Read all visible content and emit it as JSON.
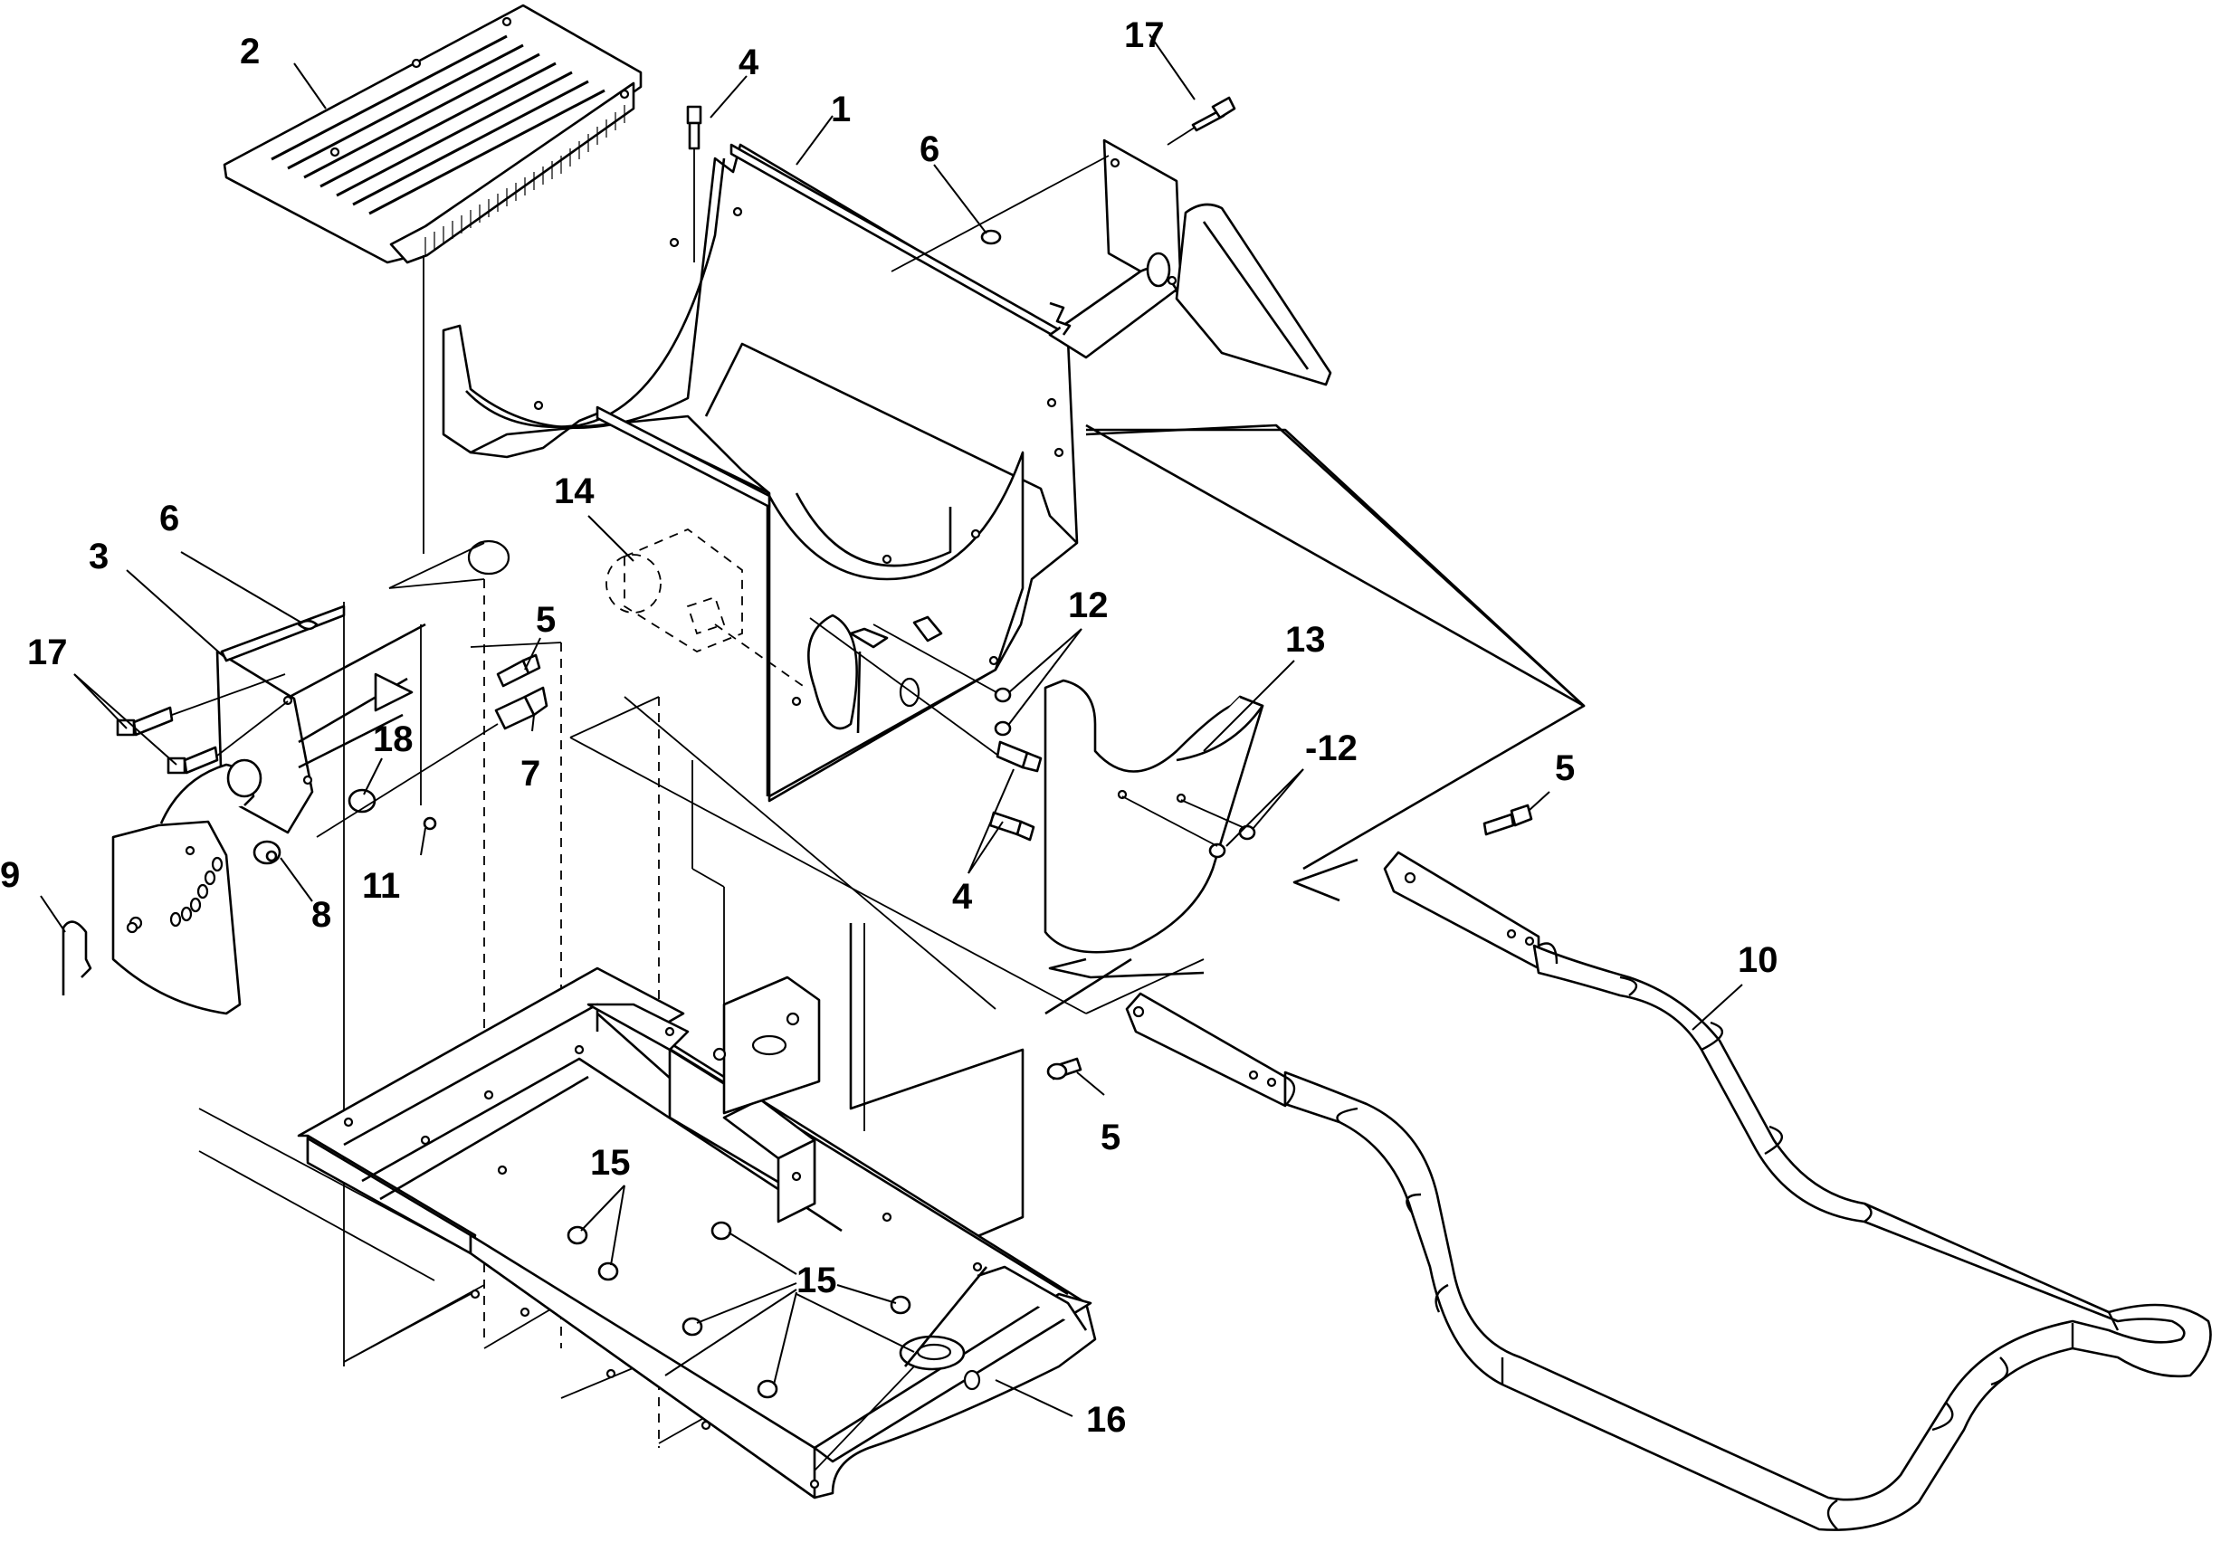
{
  "callouts": [
    {
      "id": "c1",
      "label": "1"
    },
    {
      "id": "c2",
      "label": "2"
    },
    {
      "id": "c3",
      "label": "3"
    },
    {
      "id": "c4a",
      "label": "4"
    },
    {
      "id": "c4b",
      "label": "4"
    },
    {
      "id": "c5a",
      "label": "5"
    },
    {
      "id": "c5b",
      "label": "5"
    },
    {
      "id": "c5c",
      "label": "5"
    },
    {
      "id": "c6a",
      "label": "6"
    },
    {
      "id": "c6b",
      "label": "6"
    },
    {
      "id": "c7",
      "label": "7"
    },
    {
      "id": "c8",
      "label": "8"
    },
    {
      "id": "c9",
      "label": "9"
    },
    {
      "id": "c10",
      "label": "10"
    },
    {
      "id": "c11",
      "label": "11"
    },
    {
      "id": "c12a",
      "label": "12"
    },
    {
      "id": "c12b",
      "label": "-12"
    },
    {
      "id": "c13",
      "label": "13"
    },
    {
      "id": "c14",
      "label": "14"
    },
    {
      "id": "c15a",
      "label": "15"
    },
    {
      "id": "c15b",
      "label": "15"
    },
    {
      "id": "c16",
      "label": "16"
    },
    {
      "id": "c17a",
      "label": "17"
    },
    {
      "id": "c17b",
      "label": "17"
    },
    {
      "id": "c18",
      "label": "18"
    }
  ]
}
